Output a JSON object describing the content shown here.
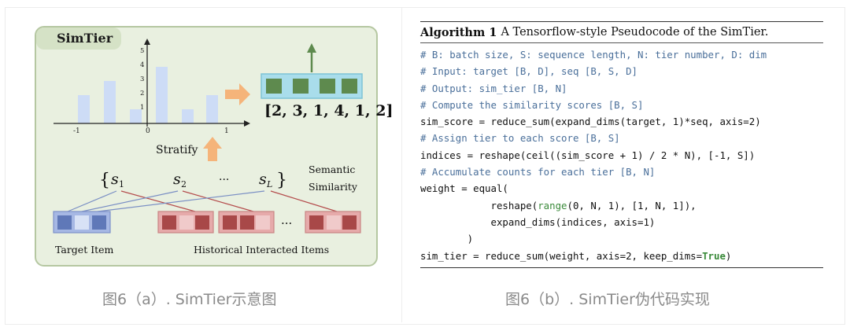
{
  "figure_a": {
    "label": "SimTier",
    "histogram": {
      "x_ticks": [
        "-1",
        "0",
        "1"
      ],
      "y_ticks": [
        "1",
        "2",
        "3",
        "4",
        "5"
      ],
      "bars": [
        2,
        3,
        1,
        4,
        1,
        2
      ]
    },
    "vector_text": "[2, 3, 1, 4, 1, 2]",
    "stratify_label": "Stratify",
    "seq_brace_open": "{",
    "seq_s1": "s",
    "seq_s1_sub": "1",
    "seq_s2": "s",
    "seq_s2_sub": "2",
    "seq_dots": "···",
    "seq_sL": "s",
    "seq_sL_sub": "L",
    "seq_brace_close": "}",
    "semantic_line1": "Semantic",
    "semantic_line2": "Similarity",
    "hist_dots": "···",
    "target_label": "Target Item",
    "history_label": "Historical Interacted Items",
    "colors": {
      "background": "#e9f0e0",
      "border": "#b5c7a1",
      "bar": "#cddcf6",
      "target": "#5f78b8",
      "history": "#a84848",
      "vector_green": "#5e8a4e",
      "arrow_orange": "#f5b47a"
    }
  },
  "caption_a": "图6（a）. SimTier示意图",
  "algorithm": {
    "name": "Algorithm 1",
    "title": "A Tensorflow-style Pseudocode of the SimTier.",
    "lines": [
      [
        {
          "c": "cm",
          "t": "# B: batch size, S: sequence length, N: tier number, D: dim"
        }
      ],
      [
        {
          "c": "cm",
          "t": "# Input: target [B, D], seq [B, S, D]"
        }
      ],
      [
        {
          "c": "cm",
          "t": "# Output: sim_tier [B, N]"
        }
      ],
      [
        {
          "c": "cm",
          "t": "# Compute the similarity scores [B, S]"
        }
      ],
      [
        {
          "c": "",
          "t": "sim_score = reduce_sum(expand_dims(target, 1)*seq, axis=2)"
        }
      ],
      [
        {
          "c": "cm",
          "t": "# Assign tier to each score [B, S]"
        }
      ],
      [
        {
          "c": "",
          "t": "indices = reshape(ceil((sim_score + 1) / 2 * N), [-1, S])"
        }
      ],
      [
        {
          "c": "cm",
          "t": "# Accumulate counts for each tier [B, N]"
        }
      ],
      [
        {
          "c": "",
          "t": "weight = equal("
        }
      ],
      [
        {
          "c": "",
          "t": "            reshape("
        },
        {
          "c": "kw",
          "t": "range"
        },
        {
          "c": "",
          "t": "(0, N, 1), [1, N, 1]),"
        }
      ],
      [
        {
          "c": "",
          "t": "            expand_dims(indices, axis=1)"
        }
      ],
      [
        {
          "c": "",
          "t": "        )"
        }
      ],
      [
        {
          "c": "",
          "t": "sim_tier = reduce_sum(weight, axis=2, keep_dims="
        },
        {
          "c": "kwb",
          "t": "True"
        },
        {
          "c": "",
          "t": ")"
        }
      ]
    ]
  },
  "caption_b": "图6（b）. SimTier伪代码实现"
}
